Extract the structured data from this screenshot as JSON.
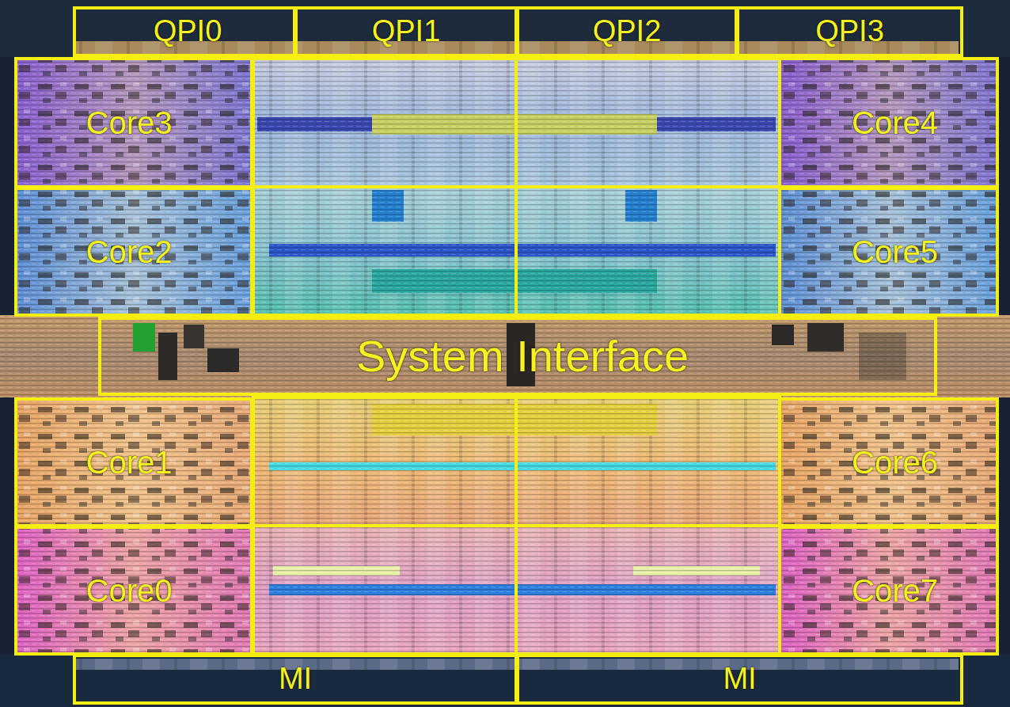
{
  "diagram": {
    "nodes": [
      {
        "text": [
          "QPI0"
        ]
      },
      {
        "text": [
          "QPI1"
        ]
      },
      {
        "text": [
          "QPI2"
        ]
      },
      {
        "text": [
          "QPI3"
        ]
      },
      {
        "text": [
          "Core3"
        ]
      },
      {
        "text": [
          "Core4"
        ]
      },
      {
        "text": [
          "Core2"
        ]
      },
      {
        "text": [
          "Core5"
        ]
      },
      {
        "text": [
          "System Interface"
        ]
      },
      {
        "text": [
          "Core1"
        ]
      },
      {
        "text": [
          "Core6"
        ]
      },
      {
        "text": [
          "Core0"
        ]
      },
      {
        "text": [
          "Core7"
        ]
      },
      {
        "text": [
          "MI"
        ]
      },
      {
        "text": [
          "MI"
        ]
      }
    ]
  }
}
